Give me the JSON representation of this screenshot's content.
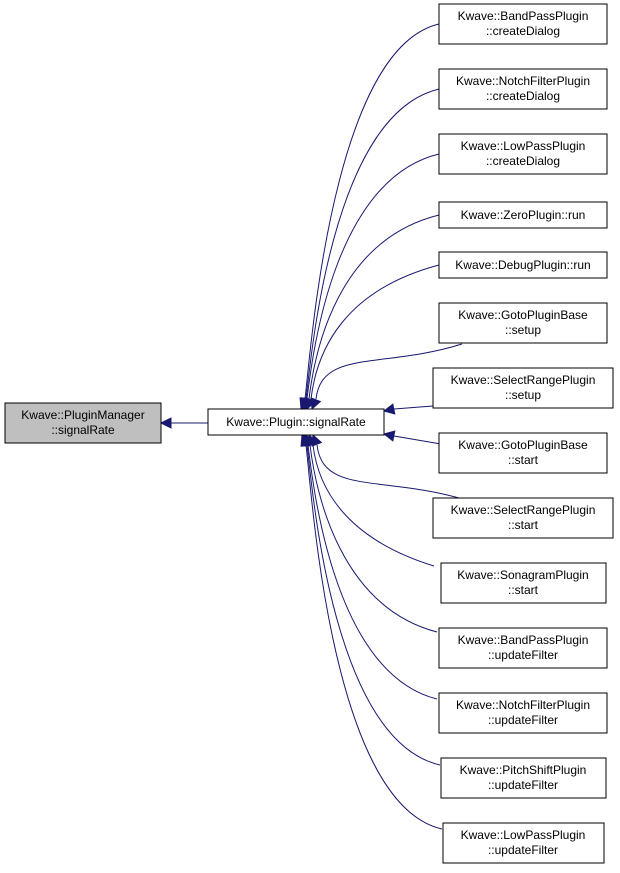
{
  "colors": {
    "edge": "#191970",
    "node_border": "#000000",
    "node_fill": "#ffffff",
    "highlight_fill": "#bfbfbf"
  },
  "nodes": {
    "plugin_manager": {
      "line1": "Kwave::PluginManager",
      "line2": "::signalRate"
    },
    "plugin": {
      "line1": "Kwave::Plugin::signalRate"
    },
    "callers": [
      {
        "line1": "Kwave::BandPassPlugin",
        "line2": "::createDialog"
      },
      {
        "line1": "Kwave::NotchFilterPlugin",
        "line2": "::createDialog"
      },
      {
        "line1": "Kwave::LowPassPlugin",
        "line2": "::createDialog"
      },
      {
        "line1": "Kwave::ZeroPlugin::run"
      },
      {
        "line1": "Kwave::DebugPlugin::run"
      },
      {
        "line1": "Kwave::GotoPluginBase",
        "line2": "::setup"
      },
      {
        "line1": "Kwave::SelectRangePlugin",
        "line2": "::setup"
      },
      {
        "line1": "Kwave::GotoPluginBase",
        "line2": "::start"
      },
      {
        "line1": "Kwave::SelectRangePlugin",
        "line2": "::start"
      },
      {
        "line1": "Kwave::SonagramPlugin",
        "line2": "::start"
      },
      {
        "line1": "Kwave::BandPassPlugin",
        "line2": "::updateFilter"
      },
      {
        "line1": "Kwave::NotchFilterPlugin",
        "line2": "::updateFilter"
      },
      {
        "line1": "Kwave::PitchShiftPlugin",
        "line2": "::updateFilter"
      },
      {
        "line1": "Kwave::LowPassPlugin",
        "line2": "::updateFilter"
      }
    ]
  }
}
